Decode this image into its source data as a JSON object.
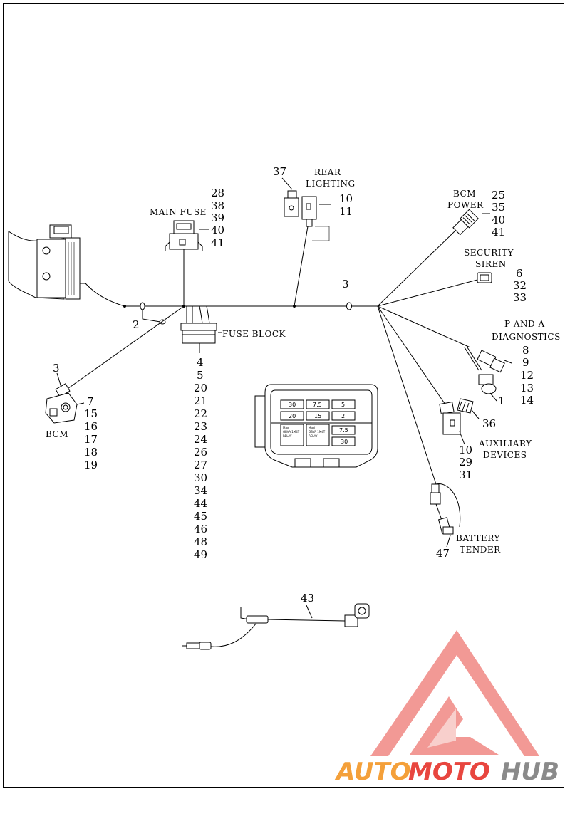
{
  "labels": {
    "main_fuse": "MAIN FUSE",
    "rear_lighting_1": "REAR",
    "rear_lighting_2": "LIGHTING",
    "bcm_power_1": "BCM",
    "bcm_power_2": "POWER",
    "security_siren_1": "SECURITY",
    "security_siren_2": "SIREN",
    "p_and_a_1": "P AND A",
    "p_and_a_2": "DIAGNOSTICS",
    "fuse_block": "FUSE BLOCK",
    "bcm": "BCM",
    "auxiliary_1": "AUXILIARY",
    "auxiliary_2": "DEVICES",
    "battery_1": "BATTERY",
    "battery_2": "TENDER"
  },
  "callouts": {
    "main_fuse": [
      "28",
      "38",
      "39",
      "40",
      "41"
    ],
    "rear_lighting_left": "37",
    "rear_lighting": [
      "10",
      "11"
    ],
    "bcm_power": [
      "25",
      "35",
      "40",
      "41"
    ],
    "security_siren": [
      "6",
      "32",
      "33"
    ],
    "p_and_a": [
      "8",
      "9",
      "12",
      "13",
      "14"
    ],
    "p_and_a_item1": "1",
    "item36": "36",
    "auxiliary": [
      "10",
      "29",
      "31"
    ],
    "battery_tender": "47",
    "trunk_clip": "3",
    "ground_clip": "2",
    "bcm_clip": "3",
    "bcm": [
      "7",
      "15",
      "16",
      "17",
      "18",
      "19"
    ],
    "fuse_block": [
      "4",
      "5",
      "20",
      "21",
      "22",
      "23",
      "24",
      "26",
      "27",
      "30",
      "34",
      "44",
      "45",
      "46",
      "48",
      "49"
    ],
    "extension_cable": "43"
  },
  "fuse_detail": {
    "top_row": [
      "30",
      "7.5",
      "5"
    ],
    "mid_row": [
      "20",
      "15",
      "2"
    ],
    "right_low": [
      "7.5",
      "30"
    ],
    "relay_text": [
      "Maxi",
      "GBVA 1M4T",
      "RELAY"
    ]
  },
  "watermark": {
    "part1": "AUTO",
    "part2": "MOTO",
    "part3": "HUB",
    "colors": {
      "red": "#e8463f",
      "orange": "#f4a03a",
      "gray": "#8a8a8a"
    }
  }
}
